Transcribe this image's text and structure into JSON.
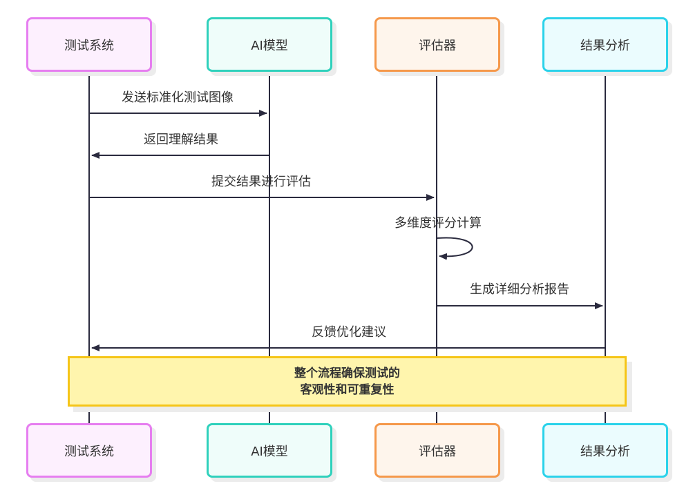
{
  "participants": [
    {
      "label": "测试系统",
      "border": "#e67ef0",
      "fill": "#fdf0fe"
    },
    {
      "label": "AI模型",
      "border": "#2fd1bc",
      "fill": "#effdfa"
    },
    {
      "label": "评估器",
      "border": "#f5984a",
      "fill": "#fef5ec"
    },
    {
      "label": "结果分析",
      "border": "#2ad2ea",
      "fill": "#ebfcfe"
    }
  ],
  "messages": [
    {
      "from": 0,
      "to": 1,
      "label": "发送标准化测试图像"
    },
    {
      "from": 1,
      "to": 0,
      "label": "返回理解结果"
    },
    {
      "from": 0,
      "to": 2,
      "label": "提交结果进行评估"
    },
    {
      "from": 2,
      "to": 2,
      "label": "多维度评分计算"
    },
    {
      "from": 2,
      "to": 3,
      "label": "生成详细分析报告"
    },
    {
      "from": 3,
      "to": 0,
      "label": "反馈优化建议"
    }
  ],
  "note": {
    "line1": "整个流程确保测试的",
    "line2": "客观性和可重复性",
    "fill": "#fff5ad",
    "border": "#f5c518"
  },
  "colors": {
    "line": "#2a2a3e"
  }
}
